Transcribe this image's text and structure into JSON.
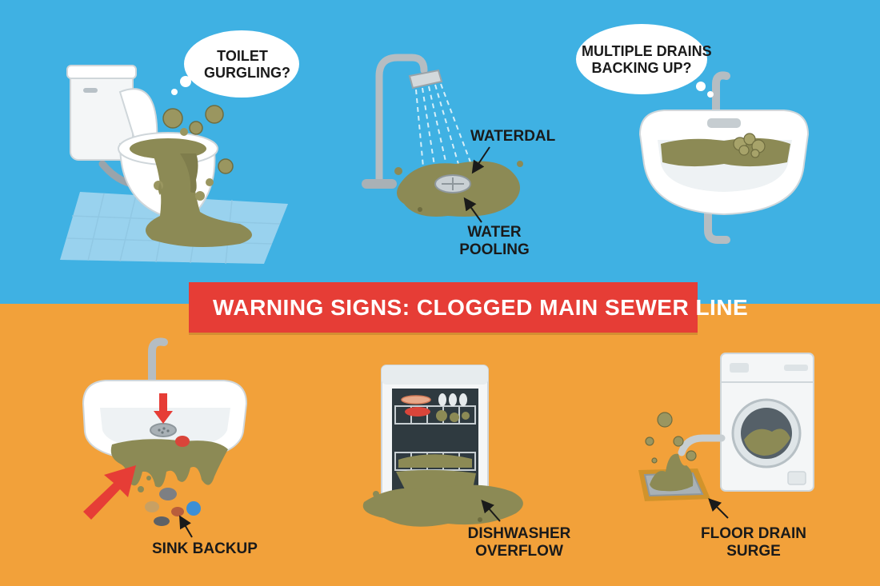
{
  "banner": {
    "title": "WARNING SIGNS: CLOGGED MAIN SEWER LINE",
    "icon": "warning-triangle-icon",
    "color": "#e63d36"
  },
  "colors": {
    "top_background": "#3fb1e3",
    "bottom_background": "#f2a13a",
    "sewage": "#8c8a55"
  },
  "signs": {
    "toilet": {
      "line1": "TOILET",
      "line2": "GURGLING?"
    },
    "multiple_drains": {
      "line1": "MULTIPLE DRAINS",
      "line2": "BACKING UP?"
    },
    "waterdal": {
      "text": "WATERDAL"
    },
    "water_pooling": {
      "line1": "WATER",
      "line2": "POOLING"
    },
    "sink_backup": {
      "text": "SINK BACKUP"
    },
    "dishwasher": {
      "line1": "DISHWASHER",
      "line2": "OVERFLOW"
    },
    "floor_drain": {
      "line1": "FLOOR DRAIN",
      "line2": "SURGE"
    }
  }
}
